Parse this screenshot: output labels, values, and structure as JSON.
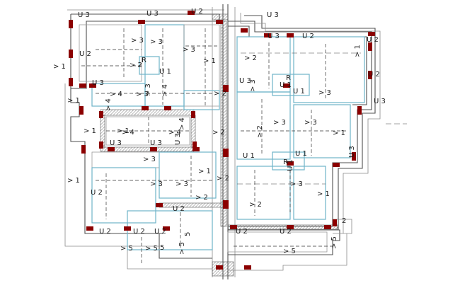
{
  "labels": [
    {
      "t": "U 3"
    },
    {
      "t": "U 3"
    },
    {
      "t": "U 2"
    },
    {
      "t": "U 3"
    },
    {
      "t": "U 2"
    },
    {
      "t": "> 1"
    },
    {
      "t": "> 1"
    },
    {
      "t": "> 1"
    },
    {
      "t": "> 1"
    },
    {
      "t": "> 3"
    },
    {
      "t": "> 3"
    },
    {
      "t": "> 3"
    },
    {
      "t": "> 2"
    },
    {
      "t": "R"
    },
    {
      "t": "U 1"
    },
    {
      "t": "U 3"
    },
    {
      "t": "> 4"
    },
    {
      "t": "> 3"
    },
    {
      "t": "> 3"
    },
    {
      "t": "> 4"
    },
    {
      "t": "> 4"
    },
    {
      "t": "> 4"
    },
    {
      "t": "> 4"
    },
    {
      "t": "> 1"
    },
    {
      "t": "> 4"
    },
    {
      "t": "U 3"
    },
    {
      "t": "U 3"
    },
    {
      "t": "U 3"
    },
    {
      "t": "> 3"
    },
    {
      "t": "U 2"
    },
    {
      "t": "> 3"
    },
    {
      "t": "> 3"
    },
    {
      "t": "> 2"
    },
    {
      "t": "> 1"
    },
    {
      "t": "U 2"
    },
    {
      "t": "U 2"
    },
    {
      "t": "U 2"
    },
    {
      "t": "U 2"
    },
    {
      "t": "> 5"
    },
    {
      "t": "> 5"
    },
    {
      "t": "5"
    },
    {
      "t": "> 5"
    },
    {
      "t": "5"
    },
    {
      "t": "U 3"
    },
    {
      "t": "U 2"
    },
    {
      "t": "U 2"
    },
    {
      "t": "> 2"
    },
    {
      "t": "> 1"
    },
    {
      "t": "U 2"
    },
    {
      "t": "U 3"
    },
    {
      "t": "U 1"
    },
    {
      "t": "R"
    },
    {
      "t": "U 1"
    },
    {
      "t": "> 3"
    },
    {
      "t": "> 3"
    },
    {
      "t": "> 3"
    },
    {
      "t": "> 1"
    },
    {
      "t": "U 3"
    },
    {
      "t": "U 1"
    },
    {
      "t": "U 1"
    },
    {
      "t": "R"
    },
    {
      "t": "U 1"
    },
    {
      "t": "> 2"
    },
    {
      "t": "> 3"
    },
    {
      "t": "> 1"
    },
    {
      "t": "U 3"
    },
    {
      "t": "> 2"
    },
    {
      "t": "U 2"
    },
    {
      "t": "U 2"
    },
    {
      "t": "> 5"
    },
    {
      "t": "> 5"
    },
    {
      "t": "2"
    },
    {
      "t": "> 3"
    },
    {
      "t": "> 2"
    },
    {
      "t": "> 2"
    },
    {
      "t": "> 1"
    },
    {
      "t": "> 2"
    }
  ],
  "colors": {
    "wall": "#505050",
    "room_line": "#6fb3c9",
    "column": "#8b0000",
    "background": "#ffffff"
  }
}
